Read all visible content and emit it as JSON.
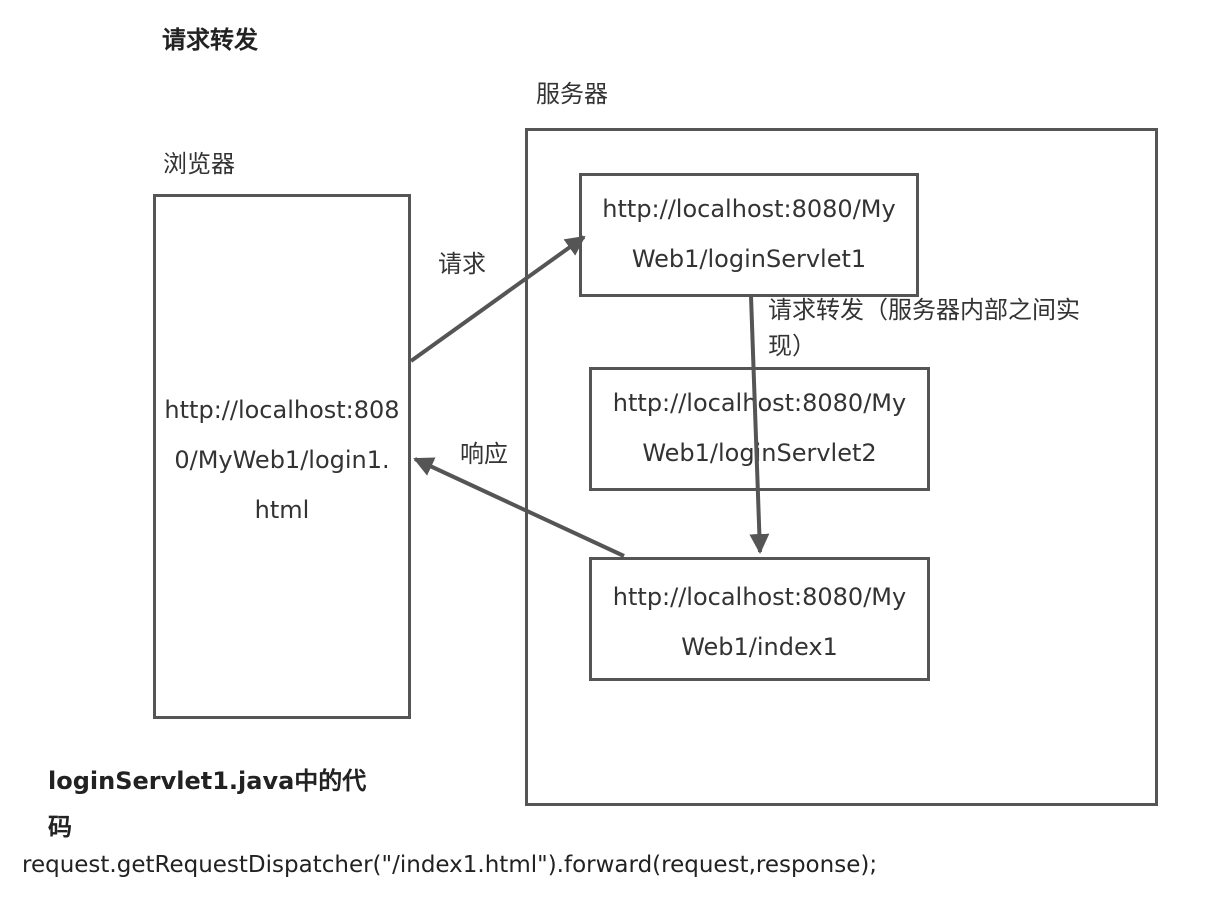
{
  "title": "请求转发",
  "server": {
    "label": "服务器"
  },
  "browser": {
    "label": "浏览器",
    "url_lines": [
      "http://localhost:808",
      "0/MyWeb1/login1.",
      "html"
    ]
  },
  "servlet1": {
    "url_lines": [
      "http://localhost:8080/My",
      "Web1/loginServlet1"
    ]
  },
  "servlet2": {
    "url_lines": [
      "http://localhost:8080/My",
      "Web1/loginServlet2"
    ]
  },
  "index1": {
    "url_lines": [
      "http://localhost:8080/My",
      "Web1/index1"
    ]
  },
  "arrows": {
    "request_label": "请求",
    "response_label": "响应",
    "forward_label_lines": [
      "请求转发（服务器内部之间实",
      "现）"
    ]
  },
  "caption_lines": [
    "loginServlet1.java中的代",
    "码"
  ],
  "code": "request.getRequestDispatcher(\"/index1.html\").forward(request,response);",
  "colors": {
    "stroke": "#555555",
    "text": "#333333"
  }
}
